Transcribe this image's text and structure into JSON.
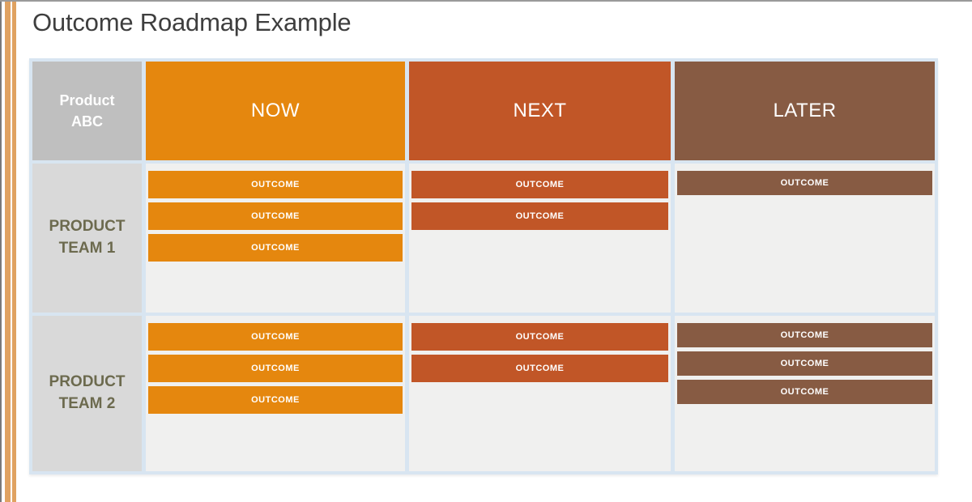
{
  "title": "Outcome Roadmap Example",
  "colors": {
    "now_orange": "#e5870e",
    "next_rust": "#c15627",
    "later_brown": "#875b43",
    "corner_gray": "#bfbfbf",
    "team_gray": "#d9d9d9",
    "cell_light_gray": "#f0f0ef",
    "grid_border_blue": "#d8e5f1",
    "team_label_olive": "#6c6a4e",
    "edge_stripe_orange": "#e0a261"
  },
  "table": {
    "corner": {
      "line1": "Product",
      "line2": "ABC"
    },
    "columns": [
      {
        "label": "NOW"
      },
      {
        "label": "NEXT"
      },
      {
        "label": "LATER"
      }
    ],
    "rows": [
      {
        "label_line1": "PRODUCT",
        "label_line2": "TEAM 1",
        "cells": [
          {
            "outcomes": [
              "OUTCOME",
              "OUTCOME",
              "OUTCOME"
            ]
          },
          {
            "outcomes": [
              "OUTCOME",
              "OUTCOME"
            ]
          },
          {
            "outcomes": [
              "OUTCOME"
            ]
          }
        ]
      },
      {
        "label_line1": "PRODUCT",
        "label_line2": "TEAM 2",
        "cells": [
          {
            "outcomes": [
              "OUTCOME",
              "OUTCOME",
              "OUTCOME"
            ]
          },
          {
            "outcomes": [
              "OUTCOME",
              "OUTCOME"
            ]
          },
          {
            "outcomes": [
              "OUTCOME",
              "OUTCOME",
              "OUTCOME"
            ]
          }
        ]
      }
    ]
  }
}
